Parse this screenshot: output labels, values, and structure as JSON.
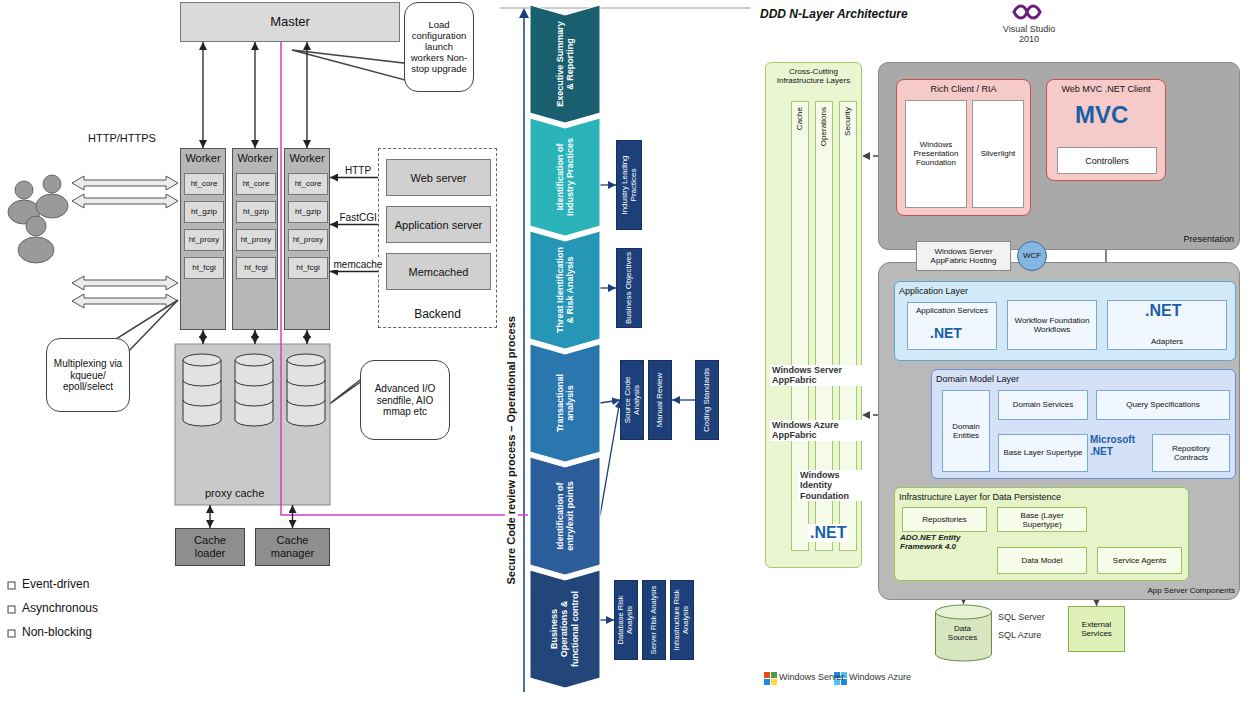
{
  "diagram": {
    "nodes": [
      {
        "text": [
          "Master"
        ]
      },
      {
        "text": [
          "Load configuration launch workers Non-stop upgrade"
        ]
      },
      {
        "text": [
          "Worker"
        ]
      },
      {
        "text": [
          "ht_core"
        ],
        "in": 2
      },
      {
        "text": [
          "ht_gzip"
        ],
        "in": 2
      },
      {
        "text": [
          "ht_proxy"
        ],
        "in": 2
      },
      {
        "text": [
          "ht_fcgi"
        ],
        "in": 2
      },
      {
        "text": [
          "Worker"
        ]
      },
      {
        "text": [
          "ht_core"
        ],
        "in": 7
      },
      {
        "text": [
          "ht_gzip"
        ],
        "in": 7
      },
      {
        "text": [
          "ht_proxy"
        ],
        "in": 7
      },
      {
        "text": [
          "ht_fcgi"
        ],
        "in": 7
      },
      {
        "text": [
          "Worker"
        ]
      },
      {
        "text": [
          "ht_core"
        ],
        "in": 12
      },
      {
        "text": [
          "ht_gzip"
        ],
        "in": 12
      },
      {
        "text": [
          "ht_proxy"
        ],
        "in": 12
      },
      {
        "text": [
          "ht_fcgi"
        ],
        "in": 12
      },
      {
        "text": [
          "Backend"
        ]
      },
      {
        "text": [
          "Web server"
        ],
        "in": 17
      },
      {
        "text": [
          "Application server"
        ],
        "in": 17
      },
      {
        "text": [
          "Memcached"
        ],
        "in": 17
      },
      {
        "text": [
          "Multiplexing via kqueue/ epoll/select"
        ]
      },
      {
        "text": [
          "Advanced I/O sendfile, AIO mmap etc"
        ]
      },
      {
        "text": [
          "proxy cache"
        ]
      },
      {
        "text": [
          "Cache loader"
        ]
      },
      {
        "text": [
          "Cache manager"
        ]
      },
      {
        "text": [
          "Executive Summary & Reporting"
        ]
      },
      {
        "text": [
          "Identification of Industry Practices"
        ]
      },
      {
        "text": [
          "Threat Identification & Risk Analysis"
        ]
      },
      {
        "text": [
          "Transactional analysis"
        ]
      },
      {
        "text": [
          "Identification of entry/exit points"
        ]
      },
      {
        "text": [
          "Business Operations & functional control"
        ]
      },
      {
        "text": [
          "Industry Leading Practices"
        ]
      },
      {
        "text": [
          "Business Objectives"
        ]
      },
      {
        "text": [
          "Source Code Analysis"
        ]
      },
      {
        "text": [
          "Manual Review"
        ]
      },
      {
        "text": [
          "Coding Standards"
        ]
      },
      {
        "text": [
          "Database Risk Analysis"
        ]
      },
      {
        "text": [
          "Server Risk Analysis"
        ]
      },
      {
        "text": [
          "Infrastructure Risk Analysis"
        ]
      },
      {
        "text": [
          "Cross-Cutting Infrastructure Layers"
        ]
      },
      {
        "text": [
          "Cache"
        ],
        "in": 40
      },
      {
        "text": [
          "Operations"
        ],
        "in": 40
      },
      {
        "text": [
          "Security"
        ],
        "in": 40
      },
      {
        "text": [
          "Presentation"
        ]
      },
      {
        "text": [
          "Rich Client / RIA"
        ],
        "in": 44
      },
      {
        "text": [
          "Windows Presentation Foundation"
        ],
        "in": 45
      },
      {
        "text": [
          "Silverlight"
        ],
        "in": 45
      },
      {
        "text": [
          "Web MVC .NET Client"
        ],
        "in": 44
      },
      {
        "text": [
          "Controllers"
        ],
        "in": 48
      },
      {
        "text": [
          "App Server Components"
        ]
      },
      {
        "text": [
          "Windows Server AppFabric Hosting"
        ],
        "in": 50
      },
      {
        "text": [
          "WCF"
        ],
        "in": 50
      },
      {
        "text": [
          "Application Layer"
        ],
        "in": 50
      },
      {
        "text": [
          "Application Services"
        ],
        "in": 53
      },
      {
        "text": [
          "Workflow Foundation",
          "Workflows"
        ],
        "in": 53
      },
      {
        "text": [
          "Adapters"
        ],
        "in": 53
      },
      {
        "text": [
          "Domain Model Layer"
        ],
        "in": 50
      },
      {
        "text": [
          "Domain Entities"
        ],
        "in": 57
      },
      {
        "text": [
          "Domain Services"
        ],
        "in": 57
      },
      {
        "text": [
          "Query Specifications"
        ],
        "in": 57
      },
      {
        "text": [
          "Base Layer Supertype"
        ],
        "in": 57
      },
      {
        "text": [
          "Repository Contracts"
        ],
        "in": 57
      },
      {
        "text": [
          "Infrastructure Layer for Data Persistence"
        ],
        "in": 50
      },
      {
        "text": [
          "Repositories"
        ],
        "in": 63
      },
      {
        "text": [
          "Base (Layer Supertype)"
        ],
        "in": 63
      },
      {
        "text": [
          "Data Model"
        ],
        "in": 63
      },
      {
        "text": [
          "Service Agents"
        ],
        "in": 63
      },
      {
        "text": [
          "Data Sources"
        ]
      },
      {
        "text": [
          "External Services"
        ]
      }
    ],
    "edges": [
      {
        "from": 0,
        "to": 2,
        "arrow": "both"
      },
      {
        "from": 0,
        "to": 7,
        "arrow": "both"
      },
      {
        "from": 0,
        "to": 12,
        "arrow": "both"
      },
      {
        "from": 12,
        "to": 18,
        "label": "HTTP",
        "arrow": "both"
      },
      {
        "from": 12,
        "to": 19,
        "label": "FastCGI",
        "arrow": "both"
      },
      {
        "from": 12,
        "to": 20,
        "label": "memcache",
        "arrow": "both"
      },
      {
        "from": 2,
        "to": 23,
        "arrow": "both"
      },
      {
        "from": 7,
        "to": 23,
        "arrow": "both"
      },
      {
        "from": 12,
        "to": 23,
        "arrow": "both"
      },
      {
        "from": 23,
        "to": 24,
        "arrow": "both"
      },
      {
        "from": 23,
        "to": 25,
        "arrow": "both"
      },
      {
        "from": 27,
        "to": 32,
        "arrow": "to"
      },
      {
        "from": 28,
        "to": 33,
        "arrow": "to"
      },
      {
        "from": 29,
        "to": 34,
        "arrow": "to"
      },
      {
        "from": 30,
        "to": 34,
        "arrow": "to"
      },
      {
        "from": 31,
        "to": 37,
        "arrow": "to"
      },
      {
        "from": 36,
        "to": 35,
        "arrow": "to"
      },
      {
        "from": 45,
        "to": 51,
        "arrow": "to"
      },
      {
        "from": 48,
        "to": 53,
        "arrow": "to"
      },
      {
        "from": 44,
        "to": 40,
        "arrow": "to"
      },
      {
        "from": 50,
        "to": 40,
        "arrow": "to"
      },
      {
        "from": 63,
        "to": 68,
        "arrow": "to"
      },
      {
        "from": 63,
        "to": 69,
        "arrow": "to"
      }
    ],
    "labels": [
      "HTTP/HTTPS",
      "Event-driven",
      "Asynchronous",
      "Non-blocking",
      "Secure Code review process – Operational process",
      "DDD N-Layer Architecture",
      "Visual Studio 2010",
      "Windows Server AppFabric",
      "Windows Azure AppFabric",
      "Windows Identity Foundation",
      ".NET",
      "MVC",
      ".NET",
      ".NET",
      "Microsoft .NET",
      "ADO.NET Entity Framework 4.0",
      "SQL Server",
      "SQL Azure",
      "Windows Server",
      "Windows Azure"
    ]
  }
}
